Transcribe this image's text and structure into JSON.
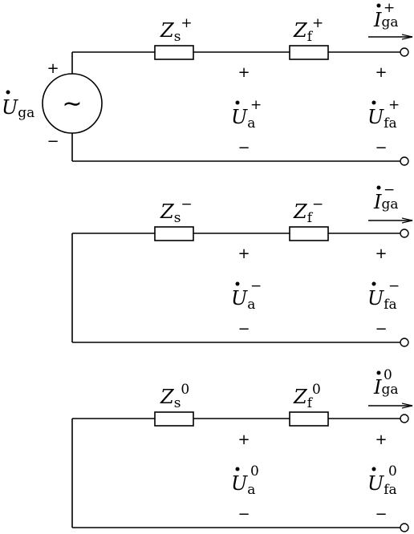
{
  "source": {
    "label": "U",
    "subscript": "ga",
    "plus": "+",
    "minus": "−",
    "symbol": "∼"
  },
  "networks": [
    {
      "id": "positive",
      "impedance_s": {
        "label": "Z",
        "sub": "s",
        "sup": "+"
      },
      "impedance_f": {
        "label": "Z",
        "sub": "f",
        "sup": "+"
      },
      "current": {
        "label": "I",
        "sub": "ga",
        "sup": "+"
      },
      "voltage_a": {
        "label": "U",
        "sub": "a",
        "sup": "+"
      },
      "voltage_fa": {
        "label": "U",
        "sub": "fa",
        "sup": "+"
      },
      "plus": "+",
      "minus": "−"
    },
    {
      "id": "negative",
      "impedance_s": {
        "label": "Z",
        "sub": "s",
        "sup": "−"
      },
      "impedance_f": {
        "label": "Z",
        "sub": "f",
        "sup": "−"
      },
      "current": {
        "label": "I",
        "sub": "ga",
        "sup": "−"
      },
      "voltage_a": {
        "label": "U",
        "sub": "a",
        "sup": "−"
      },
      "voltage_fa": {
        "label": "U",
        "sub": "fa",
        "sup": "−"
      },
      "plus": "+",
      "minus": "−"
    },
    {
      "id": "zero",
      "impedance_s": {
        "label": "Z",
        "sub": "s",
        "sup": "0"
      },
      "impedance_f": {
        "label": "Z",
        "sub": "f",
        "sup": "0"
      },
      "current": {
        "label": "I",
        "sub": "ga",
        "sup": "0"
      },
      "voltage_a": {
        "label": "U",
        "sub": "a",
        "sup": "0"
      },
      "voltage_fa": {
        "label": "U",
        "sub": "fa",
        "sup": "0"
      },
      "plus": "+",
      "minus": "−"
    }
  ]
}
